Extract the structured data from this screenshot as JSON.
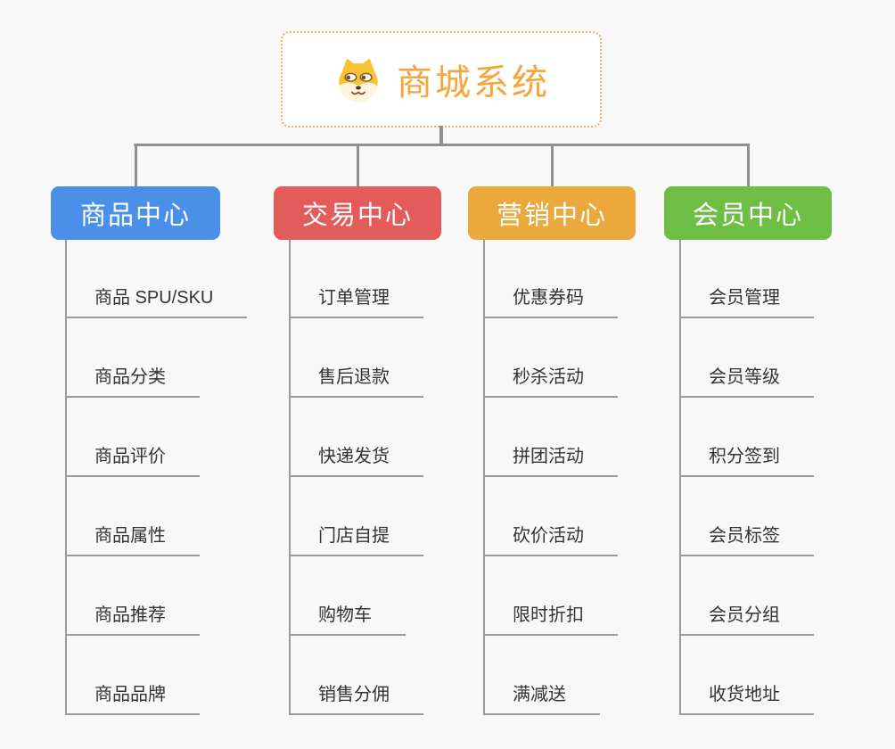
{
  "root": {
    "title": "商城系统",
    "icon": "shiba-dog-icon",
    "title_color": "#f5a53c",
    "border_color": "#f2b05e"
  },
  "connector_color": "#8f8f8f",
  "line_color": "#9a9a9a",
  "background_color": "#f8f8f8",
  "branches": [
    {
      "label": "商品中心",
      "color": "#4a8fe8",
      "children": [
        "商品 SPU/SKU",
        "商品分类",
        "商品评价",
        "商品属性",
        "商品推荐",
        "商品品牌"
      ]
    },
    {
      "label": "交易中心",
      "color": "#e45b5b",
      "children": [
        "订单管理",
        "售后退款",
        "快递发货",
        "门店自提",
        "购物车",
        "销售分佣"
      ]
    },
    {
      "label": "营销中心",
      "color": "#ebA83c",
      "children": [
        "优惠券码",
        "秒杀活动",
        "拼团活动",
        "砍价活动",
        "限时折扣",
        "满减送"
      ]
    },
    {
      "label": "会员中心",
      "color": "#6ebe45",
      "children": [
        "会员管理",
        "会员等级",
        "积分签到",
        "会员标签",
        "会员分组",
        "收货地址"
      ]
    }
  ]
}
